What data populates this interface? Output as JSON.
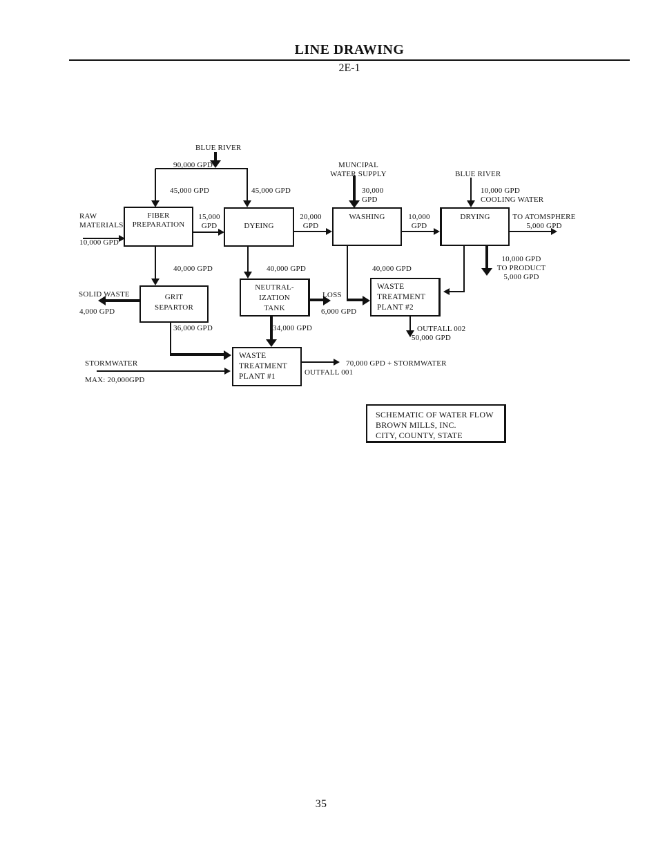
{
  "page": {
    "title": "LINE DRAWING",
    "figure_number": "2E-1",
    "page_number": "35"
  },
  "boxes": {
    "fiber_preparation": [
      "FIBER",
      "PREPARATION"
    ],
    "dyeing": [
      "DYEING"
    ],
    "washing": [
      "WASHING"
    ],
    "drying": [
      "DRYING"
    ],
    "grit_separator": [
      "GRIT",
      "SEPARTOR"
    ],
    "neutralization_tank": [
      "NEUTRAL-",
      "IZATION",
      "TANK"
    ],
    "waste_treatment_plant_2": [
      "WASTE",
      "TREATMENT",
      "PLANT #2"
    ],
    "waste_treatment_plant_1": [
      "WASTE",
      "TREATMENT",
      "PLANT #1"
    ],
    "title_block": [
      "SCHEMATIC OF WATER FLOW",
      "BROWN MILLS, INC.",
      "CITY, COUNTY, STATE"
    ]
  },
  "labels": {
    "blue_river_top": [
      "BLUE RIVER"
    ],
    "gpd_90000": [
      "90,000 GPD"
    ],
    "gpd_45000_left": [
      "45,000 GPD"
    ],
    "gpd_45000_right": [
      "45,000 GPD"
    ],
    "raw_materials": [
      "RAW",
      "MATERIALS"
    ],
    "gpd_10000_raw": [
      "10,000 GPD"
    ],
    "gpd_15000": [
      "15,000",
      "GPD"
    ],
    "municipal_supply": [
      "MUNCIPAL",
      "WATER SUPPLY"
    ],
    "gpd_30000": [
      "30,000",
      "GPD"
    ],
    "gpd_20000": [
      "20,000",
      "GPD"
    ],
    "gpd_10000_wash_dry": [
      "10,000",
      "GPD"
    ],
    "blue_river_right": [
      "BLUE RIVER"
    ],
    "cooling_water": [
      "10,000 GPD",
      "COOLING WATER"
    ],
    "to_atmosphere": [
      "TO ATOMSPHERE",
      "5,000 GPD"
    ],
    "gpd_40000_grit": [
      "40,000 GPD"
    ],
    "gpd_40000_tank": [
      "40,000 GPD"
    ],
    "gpd_40000_wtp2": [
      "40,000 GPD"
    ],
    "to_product": [
      "10,000 GPD",
      "TO PRODUCT",
      "5,000 GPD"
    ],
    "solid_waste": [
      "SOLID WASTE"
    ],
    "gpd_4000": [
      "4,000 GPD"
    ],
    "loss": [
      "LOSS"
    ],
    "gpd_6000": [
      "6,000 GPD"
    ],
    "gpd_36000": [
      "36,000 GPD"
    ],
    "gpd_34000": [
      "34,000 GPD"
    ],
    "outfall_002": [
      "OUTFALL 002"
    ],
    "gpd_50000": [
      "50,000 GPD"
    ],
    "stormwater": [
      "STORMWATER"
    ],
    "stormwater_max": [
      "MAX: 20,000GPD"
    ],
    "outfall_001_flow": [
      "70,000 GPD + STORMWATER"
    ],
    "outfall_001": [
      "OUTFALL 001"
    ]
  }
}
